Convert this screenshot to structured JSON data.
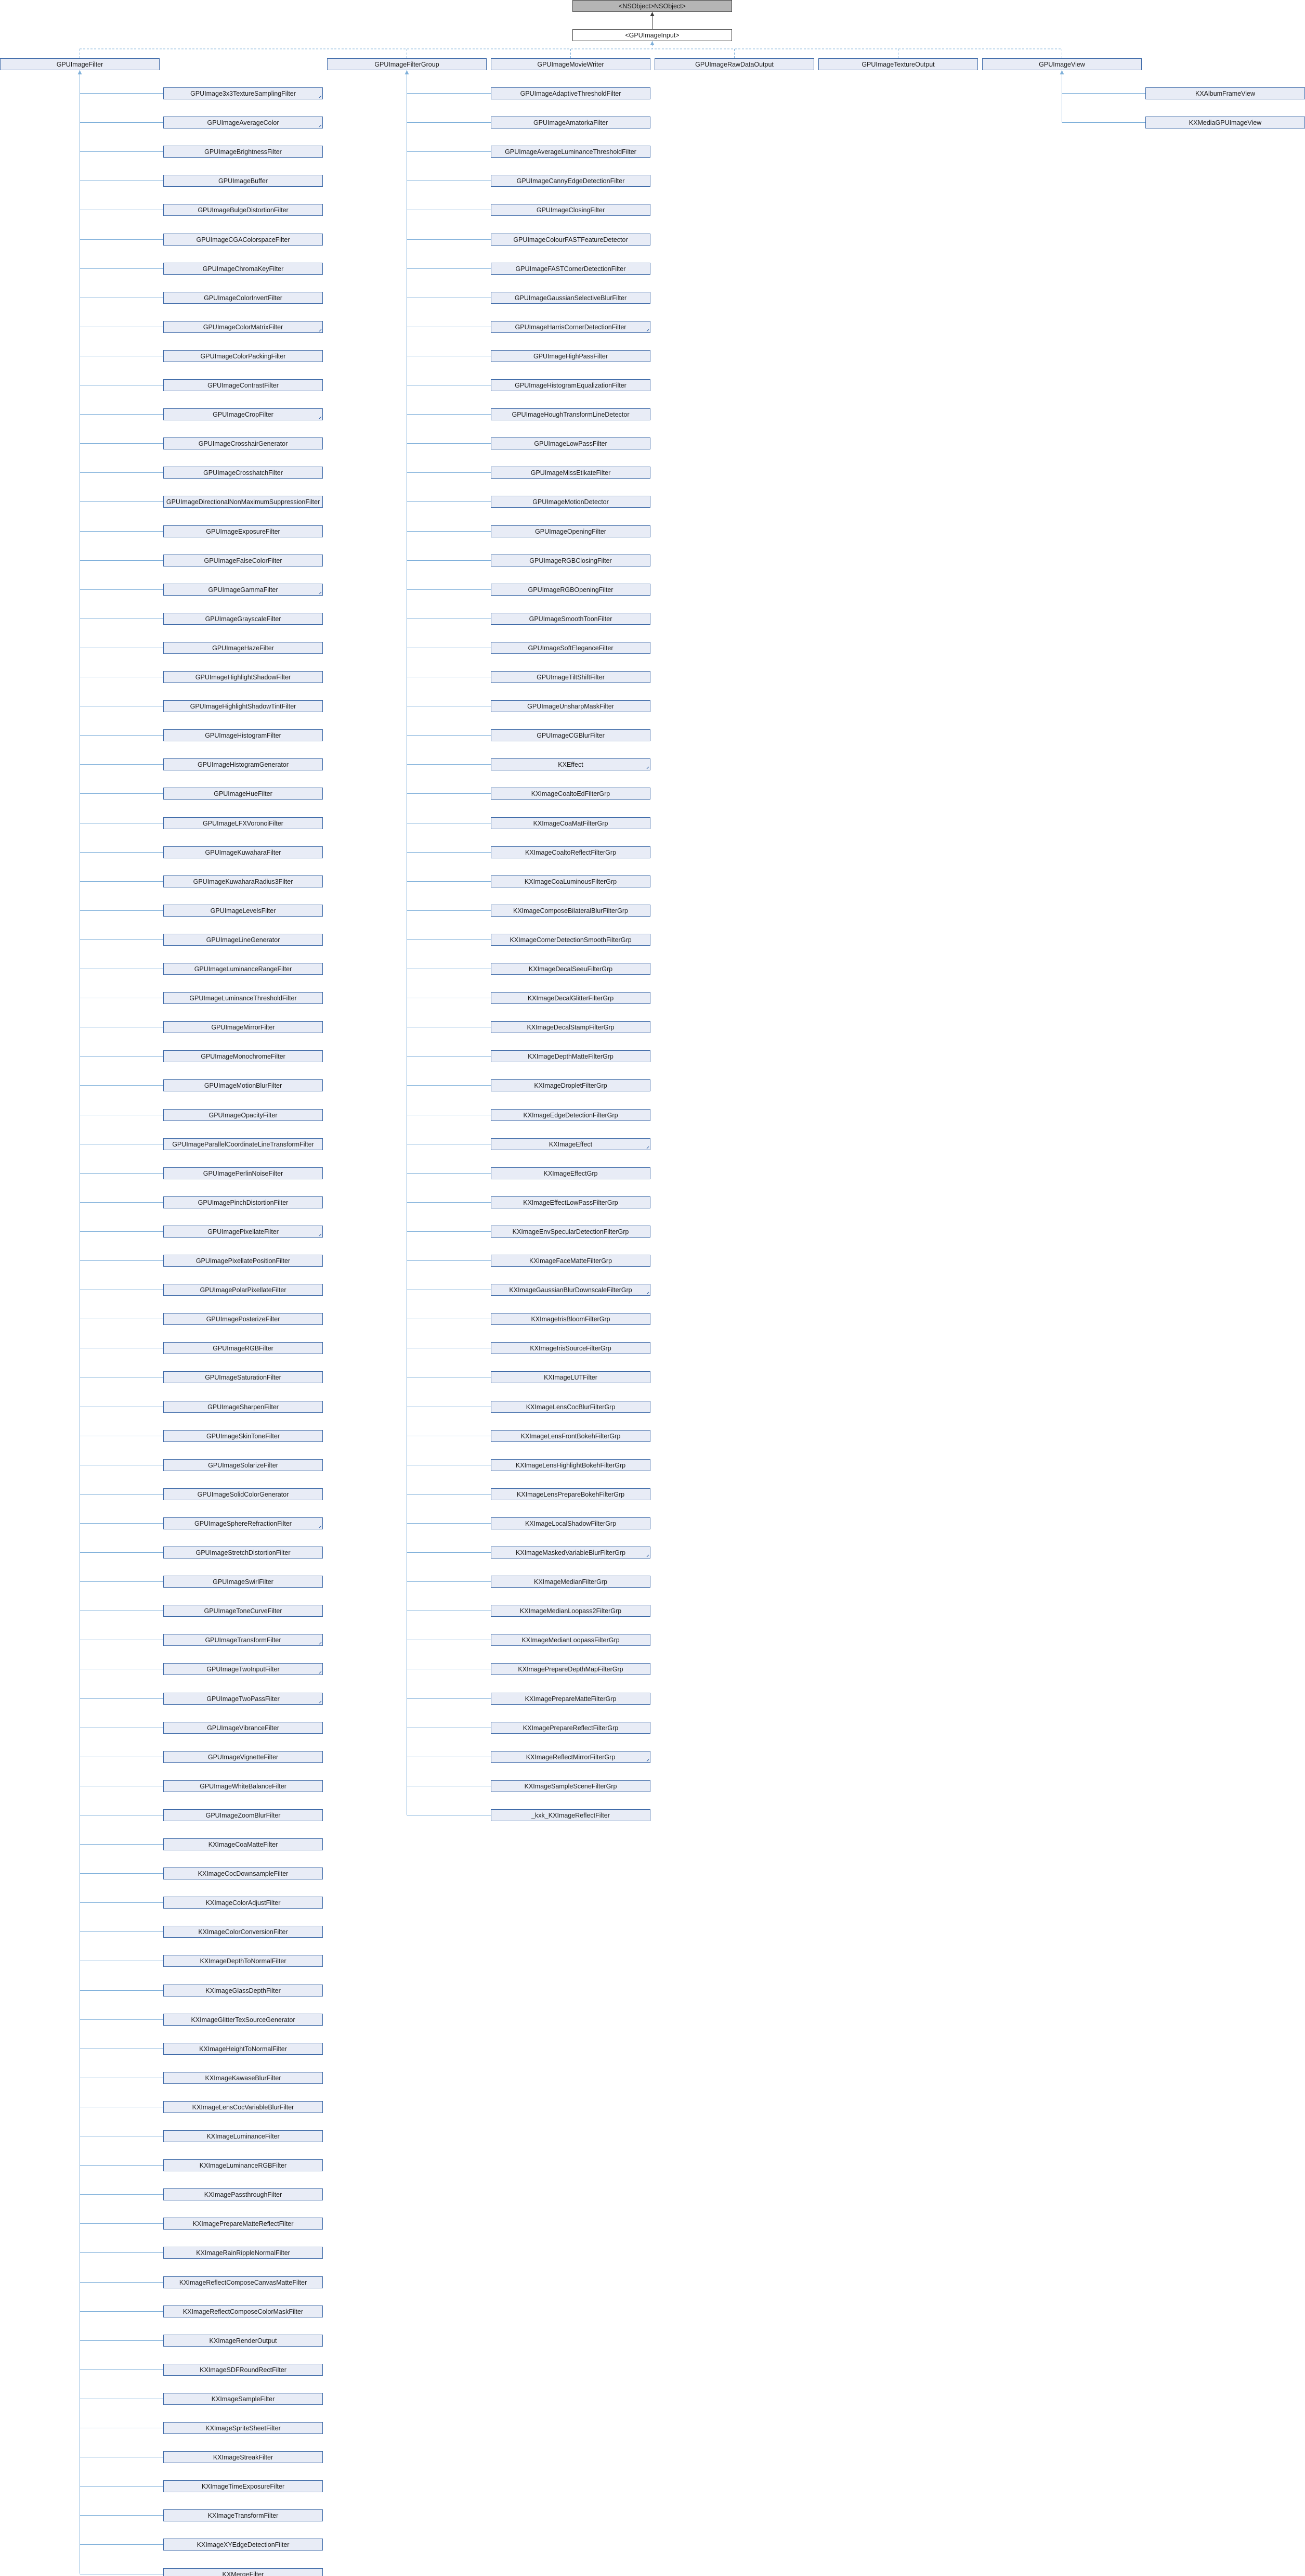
{
  "root": "<NSObject>NSObject>",
  "interface": "<GPUImageInput>",
  "level1": [
    "GPUImageFilter",
    "GPUImageFilterGroup",
    "GPUImageMovieWriter",
    "GPUImageRawDataOutput",
    "GPUImageTextureOutput",
    "GPUImageView"
  ],
  "columns": {
    "filter_children": [
      {
        "label": "GPUImage3x3TextureSamplingFilter",
        "more": true
      },
      {
        "label": "GPUImageAverageColor",
        "more": true
      },
      {
        "label": "GPUImageBrightnessFilter",
        "more": false
      },
      {
        "label": "GPUImageBuffer",
        "more": false
      },
      {
        "label": "GPUImageBulgeDistortionFilter",
        "more": false
      },
      {
        "label": "GPUImageCGAColorspaceFilter",
        "more": false
      },
      {
        "label": "GPUImageChromaKeyFilter",
        "more": false
      },
      {
        "label": "GPUImageColorInvertFilter",
        "more": false
      },
      {
        "label": "GPUImageColorMatrixFilter",
        "more": true
      },
      {
        "label": "GPUImageColorPackingFilter",
        "more": false
      },
      {
        "label": "GPUImageContrastFilter",
        "more": false
      },
      {
        "label": "GPUImageCropFilter",
        "more": true
      },
      {
        "label": "GPUImageCrosshairGenerator",
        "more": false
      },
      {
        "label": "GPUImageCrosshatchFilter",
        "more": false
      },
      {
        "label": "GPUImageDirectionalNonMaximumSuppressionFilter",
        "more": false
      },
      {
        "label": "GPUImageExposureFilter",
        "more": false
      },
      {
        "label": "GPUImageFalseColorFilter",
        "more": false
      },
      {
        "label": "GPUImageGammaFilter",
        "more": true
      },
      {
        "label": "GPUImageGrayscaleFilter",
        "more": false
      },
      {
        "label": "GPUImageHazeFilter",
        "more": false
      },
      {
        "label": "GPUImageHighlightShadowFilter",
        "more": false
      },
      {
        "label": "GPUImageHighlightShadowTintFilter",
        "more": false
      },
      {
        "label": "GPUImageHistogramFilter",
        "more": false
      },
      {
        "label": "GPUImageHistogramGenerator",
        "more": false
      },
      {
        "label": "GPUImageHueFilter",
        "more": false
      },
      {
        "label": "GPUImageLFXVoronoiFilter",
        "more": false
      },
      {
        "label": "GPUImageKuwaharaFilter",
        "more": false
      },
      {
        "label": "GPUImageKuwaharaRadius3Filter",
        "more": false
      },
      {
        "label": "GPUImageLevelsFilter",
        "more": false
      },
      {
        "label": "GPUImageLineGenerator",
        "more": false
      },
      {
        "label": "GPUImageLuminanceRangeFilter",
        "more": false
      },
      {
        "label": "GPUImageLuminanceThresholdFilter",
        "more": false
      },
      {
        "label": "GPUImageMirrorFilter",
        "more": false
      },
      {
        "label": "GPUImageMonochromeFilter",
        "more": false
      },
      {
        "label": "GPUImageMotionBlurFilter",
        "more": false
      },
      {
        "label": "GPUImageOpacityFilter",
        "more": false
      },
      {
        "label": "GPUImageParallelCoordinateLineTransformFilter",
        "more": false
      },
      {
        "label": "GPUImagePerlinNoiseFilter",
        "more": false
      },
      {
        "label": "GPUImagePinchDistortionFilter",
        "more": false
      },
      {
        "label": "GPUImagePixellateFilter",
        "more": true
      },
      {
        "label": "GPUImagePixellatePositionFilter",
        "more": false
      },
      {
        "label": "GPUImagePolarPixellateFilter",
        "more": false
      },
      {
        "label": "GPUImagePosterizeFilter",
        "more": false
      },
      {
        "label": "GPUImageRGBFilter",
        "more": false
      },
      {
        "label": "GPUImageSaturationFilter",
        "more": false
      },
      {
        "label": "GPUImageSharpenFilter",
        "more": false
      },
      {
        "label": "GPUImageSkinToneFilter",
        "more": false
      },
      {
        "label": "GPUImageSolarizeFilter",
        "more": false
      },
      {
        "label": "GPUImageSolidColorGenerator",
        "more": false
      },
      {
        "label": "GPUImageSphereRefractionFilter",
        "more": true
      },
      {
        "label": "GPUImageStretchDistortionFilter",
        "more": false
      },
      {
        "label": "GPUImageSwirlFilter",
        "more": false
      },
      {
        "label": "GPUImageToneCurveFilter",
        "more": false
      },
      {
        "label": "GPUImageTransformFilter",
        "more": true
      },
      {
        "label": "GPUImageTwoInputFilter",
        "more": true
      },
      {
        "label": "GPUImageTwoPassFilter",
        "more": true
      },
      {
        "label": "GPUImageVibranceFilter",
        "more": false
      },
      {
        "label": "GPUImageVignetteFilter",
        "more": false
      },
      {
        "label": "GPUImageWhiteBalanceFilter",
        "more": false
      },
      {
        "label": "GPUImageZoomBlurFilter",
        "more": false
      },
      {
        "label": "KXImageCoaMatteFilter",
        "more": false
      },
      {
        "label": "KXImageCocDownsampleFilter",
        "more": false
      },
      {
        "label": "KXImageColorAdjustFilter",
        "more": false
      },
      {
        "label": "KXImageColorConversionFilter",
        "more": false
      },
      {
        "label": "KXImageDepthToNormalFilter",
        "more": false
      },
      {
        "label": "KXImageGlassDepthFilter",
        "more": false
      },
      {
        "label": "KXImageGlitterTexSourceGenerator",
        "more": false
      },
      {
        "label": "KXImageHeightToNormalFilter",
        "more": false
      },
      {
        "label": "KXImageKawaseBlurFilter",
        "more": false
      },
      {
        "label": "KXImageLensCocVariableBlurFilter",
        "more": false
      },
      {
        "label": "KXImageLuminanceFilter",
        "more": false
      },
      {
        "label": "KXImageLuminanceRGBFilter",
        "more": false
      },
      {
        "label": "KXImagePassthroughFilter",
        "more": false
      },
      {
        "label": "KXImagePrepareMatteReflectFilter",
        "more": false
      },
      {
        "label": "KXImageRainRippleNormalFilter",
        "more": false
      },
      {
        "label": "KXImageReflectComposeCanvasMatteFilter",
        "more": false
      },
      {
        "label": "KXImageReflectComposeColorMaskFilter",
        "more": false
      },
      {
        "label": "KXImageRenderOutput",
        "more": false
      },
      {
        "label": "KXImageSDFRoundRectFilter",
        "more": false
      },
      {
        "label": "KXImageSampleFilter",
        "more": false
      },
      {
        "label": "KXImageSpriteSheetFilter",
        "more": false
      },
      {
        "label": "KXImageStreakFilter",
        "more": false
      },
      {
        "label": "KXImageTimeExposureFilter",
        "more": false
      },
      {
        "label": "KXImageTransformFilter",
        "more": false
      },
      {
        "label": "KXImageXYEdgeDetectionFilter",
        "more": false
      },
      {
        "label": "KXMergeFilter",
        "more": false
      }
    ],
    "group_children": [
      {
        "label": "GPUImageAdaptiveThresholdFilter",
        "more": false
      },
      {
        "label": "GPUImageAmatorkaFilter",
        "more": false
      },
      {
        "label": "GPUImageAverageLuminanceThresholdFilter",
        "more": false
      },
      {
        "label": "GPUImageCannyEdgeDetectionFilter",
        "more": false
      },
      {
        "label": "GPUImageClosingFilter",
        "more": false
      },
      {
        "label": "GPUImageColourFASTFeatureDetector",
        "more": false
      },
      {
        "label": "GPUImageFASTCornerDetectionFilter",
        "more": false
      },
      {
        "label": "GPUImageGaussianSelectiveBlurFilter",
        "more": false
      },
      {
        "label": "GPUImageHarrisCornerDetectionFilter",
        "more": true
      },
      {
        "label": "GPUImageHighPassFilter",
        "more": false
      },
      {
        "label": "GPUImageHistogramEqualizationFilter",
        "more": false
      },
      {
        "label": "GPUImageHoughTransformLineDetector",
        "more": false
      },
      {
        "label": "GPUImageLowPassFilter",
        "more": false
      },
      {
        "label": "GPUImageMissEtikateFilter",
        "more": false
      },
      {
        "label": "GPUImageMotionDetector",
        "more": false
      },
      {
        "label": "GPUImageOpeningFilter",
        "more": false
      },
      {
        "label": "GPUImageRGBClosingFilter",
        "more": false
      },
      {
        "label": "GPUImageRGBOpeningFilter",
        "more": false
      },
      {
        "label": "GPUImageSmoothToonFilter",
        "more": false
      },
      {
        "label": "GPUImageSoftEleganceFilter",
        "more": false
      },
      {
        "label": "GPUImageTiltShiftFilter",
        "more": false
      },
      {
        "label": "GPUImageUnsharpMaskFilter",
        "more": false
      },
      {
        "label": "GPUImageCGBlurFilter",
        "more": false
      },
      {
        "label": "KXEffect",
        "more": true
      },
      {
        "label": "KXImageCoaltoEdFilterGrp",
        "more": false
      },
      {
        "label": "KXImageCoaMatFilterGrp",
        "more": false
      },
      {
        "label": "KXImageCoaltoReflectFilterGrp",
        "more": false
      },
      {
        "label": "KXImageCoaLuminousFilterGrp",
        "more": false
      },
      {
        "label": "KXImageComposeBilateralBlurFilterGrp",
        "more": false
      },
      {
        "label": "KXImageCornerDetectionSmoothFilterGrp",
        "more": false
      },
      {
        "label": "KXImageDecalSeeuFilterGrp",
        "more": false
      },
      {
        "label": "KXImageDecalGlitterFilterGrp",
        "more": false
      },
      {
        "label": "KXImageDecalStampFilterGrp",
        "more": false
      },
      {
        "label": "KXImageDepthMatteFilterGrp",
        "more": false
      },
      {
        "label": "KXImageDropletFilterGrp",
        "more": false
      },
      {
        "label": "KXImageEdgeDetectionFilterGrp",
        "more": false
      },
      {
        "label": "KXImageEffect",
        "more": true
      },
      {
        "label": "KXImageEffectGrp",
        "more": false
      },
      {
        "label": "KXImageEffectLowPassFilterGrp",
        "more": false
      },
      {
        "label": "KXImageEnvSpecularDetectionFilterGrp",
        "more": false
      },
      {
        "label": "KXImageFaceMatteFilterGrp",
        "more": false
      },
      {
        "label": "KXImageGaussianBlurDownscaleFilterGrp",
        "more": true
      },
      {
        "label": "KXImageIrisBloomFilterGrp",
        "more": false
      },
      {
        "label": "KXImageIrisSourceFilterGrp",
        "more": false
      },
      {
        "label": "KXImageLUTFilter",
        "more": false
      },
      {
        "label": "KXImageLensCocBlurFilterGrp",
        "more": false
      },
      {
        "label": "KXImageLensFrontBokehFilterGrp",
        "more": false
      },
      {
        "label": "KXImageLensHighlightBokehFilterGrp",
        "more": false
      },
      {
        "label": "KXImageLensPrepareBokehFilterGrp",
        "more": false
      },
      {
        "label": "KXImageLocalShadowFilterGrp",
        "more": false
      },
      {
        "label": "KXImageMaskedVariableBlurFilterGrp",
        "more": true
      },
      {
        "label": "KXImageMedianFilterGrp",
        "more": false
      },
      {
        "label": "KXImageMedianLoopass2FilterGrp",
        "more": false
      },
      {
        "label": "KXImageMedianLoopassFilterGrp",
        "more": false
      },
      {
        "label": "KXImagePrepareDepthMapFilterGrp",
        "more": false
      },
      {
        "label": "KXImagePrepareMatteFilterGrp",
        "more": false
      },
      {
        "label": "KXImagePrepareReflectFilterGrp",
        "more": false
      },
      {
        "label": "KXImageReflectMirrorFilterGrp",
        "more": true
      },
      {
        "label": "KXImageSampleSceneFilterGrp",
        "more": false
      },
      {
        "label": "_kxk_KXImageReflectFilter",
        "more": false
      }
    ],
    "view_children": [
      {
        "label": "KXAlbumFrameView",
        "more": false
      },
      {
        "label": "KXMediaGPUImageView",
        "more": false
      }
    ]
  }
}
